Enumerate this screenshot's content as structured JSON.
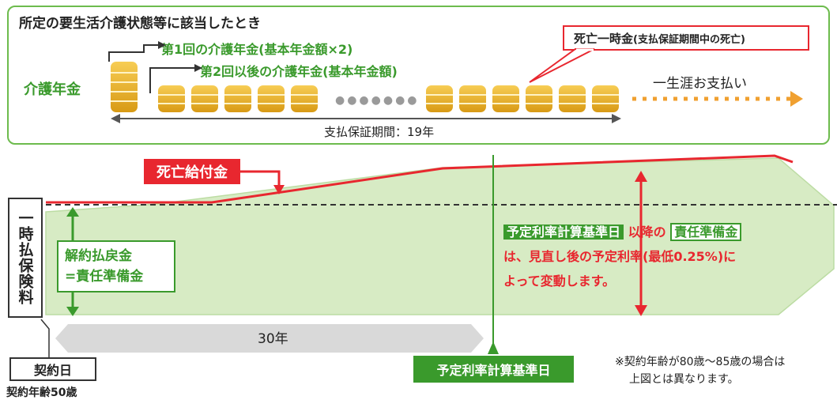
{
  "top_panel": {
    "condition": "所定の要生活介護状態等に該当したとき",
    "first_annuity": "第1回の介護年金(基本年金額×2)",
    "second_annuity": "第2回以後の介護年金(基本年金額)",
    "kaigo_label": "介護年金",
    "dots": "●●●●●●●",
    "lifetime": "一生涯お支払い",
    "guarantee_period": "支払保証期間：19年",
    "death_lump_main": "死亡一時金",
    "death_lump_sub": "(支払保証期間中の死亡)"
  },
  "main": {
    "premium_label": "一時払保険料",
    "death_benefit": "死亡給付金",
    "refund_line1": "解約払戻金",
    "refund_line2": "=責任準備金",
    "note_tag1": "予定利率計算基準日",
    "note_after1": "以降の",
    "note_tag2": "責任準備金",
    "note_line2": "は、見直し後の予定利率(最低0.25%)に",
    "note_line3": "よって変動します。",
    "years_30": "30年",
    "rate_calc_date": "予定利率計算基準日",
    "contract_day": "契約日",
    "contract_age": "契約年齢50歳",
    "footnote_line1": "※契約年齢が80歳〜85歳の場合は",
    "footnote_line2": "上図とは異なります。"
  },
  "colors": {
    "green": "#3a9a2c",
    "light_green": "#d7ebc4",
    "red": "#e8272f",
    "gold": "#e4a51a",
    "orange": "#f0a030",
    "gray": "#d9d9d9"
  }
}
